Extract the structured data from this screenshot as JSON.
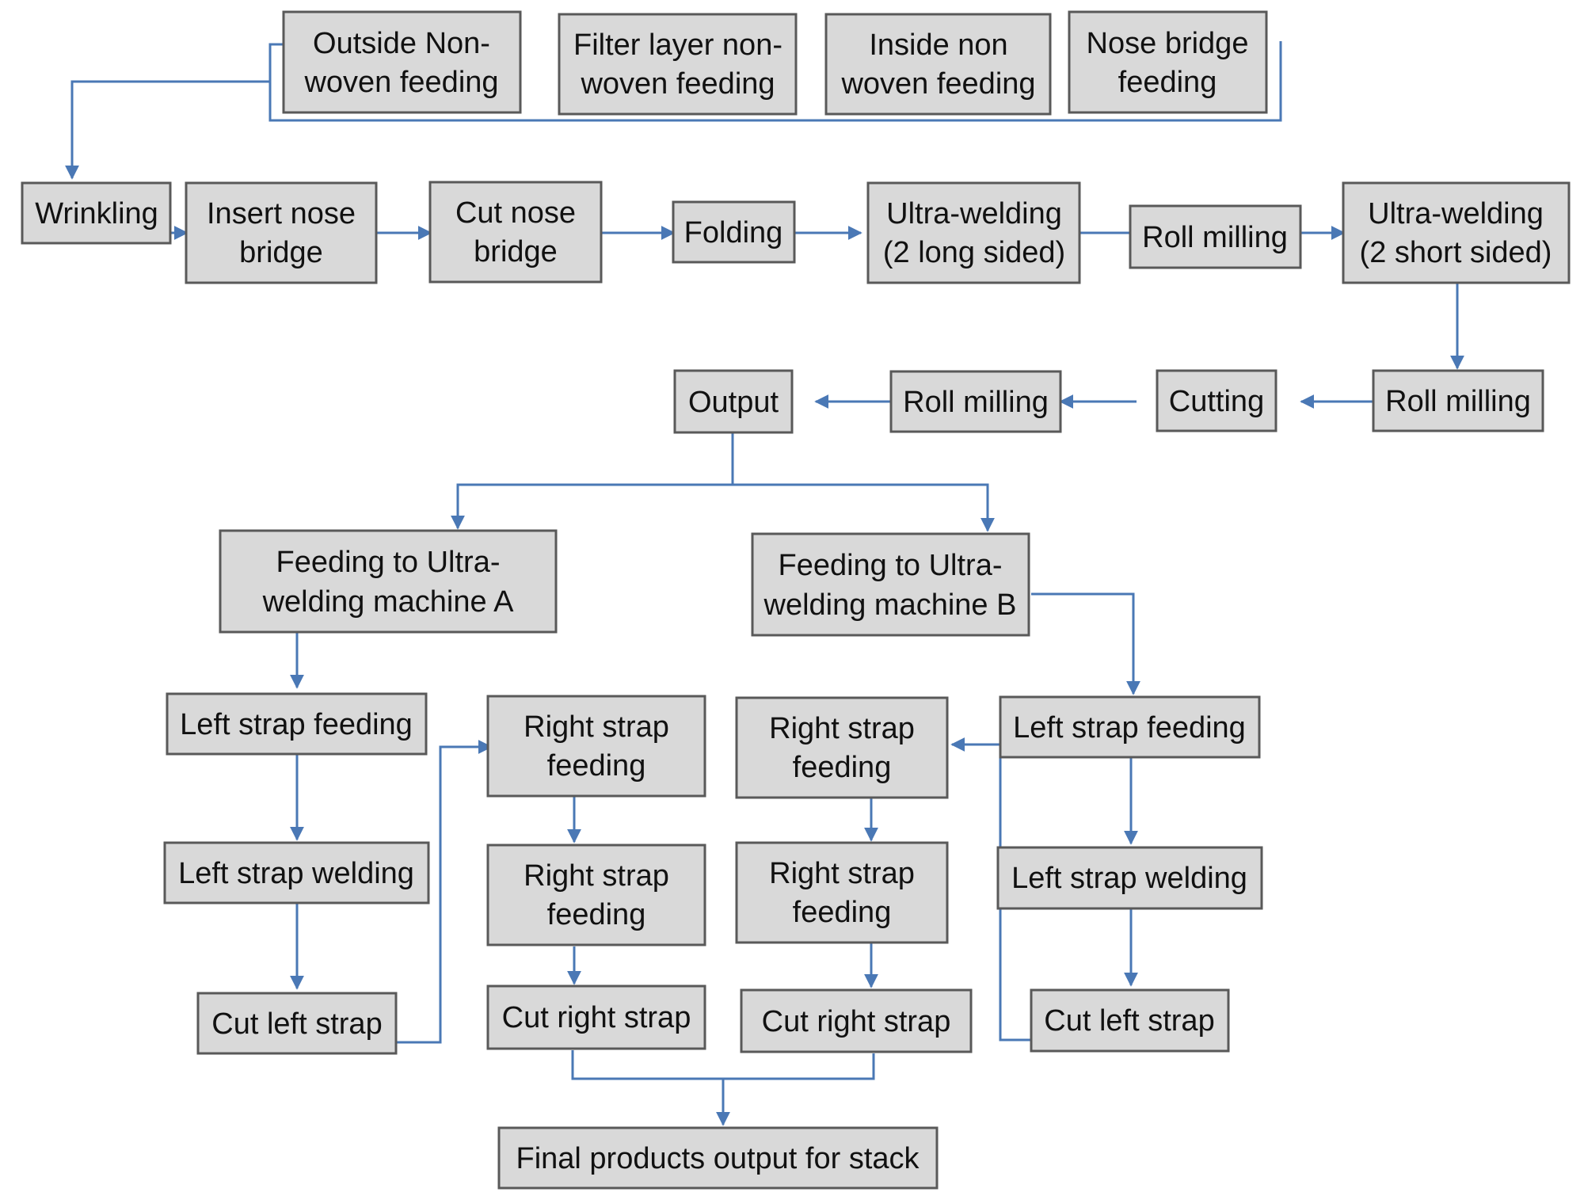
{
  "nodes": {
    "outside_nonwoven": [
      "Outside Non-",
      "woven feeding"
    ],
    "filter_layer": [
      "Filter layer non-",
      "woven feeding"
    ],
    "inside_nonwoven": [
      "Inside non",
      "woven feeding"
    ],
    "nose_bridge_feeding": [
      "Nose bridge",
      "feeding"
    ],
    "wrinkling": [
      "Wrinkling"
    ],
    "insert_nose_bridge": [
      "Insert nose",
      "bridge"
    ],
    "cut_nose_bridge": [
      "Cut nose",
      "bridge"
    ],
    "folding": [
      "Folding"
    ],
    "ultra_welding_long": [
      "Ultra-welding",
      "(2 long sided)"
    ],
    "roll_milling_1": [
      "Roll milling"
    ],
    "ultra_welding_short": [
      "Ultra-welding",
      "(2 short sided)"
    ],
    "roll_milling_2": [
      "Roll milling"
    ],
    "cutting": [
      "Cutting"
    ],
    "roll_milling_3": [
      "Roll milling"
    ],
    "output": [
      "Output"
    ],
    "feeding_machine_a": [
      "Feeding to Ultra-",
      "welding machine A"
    ],
    "feeding_machine_b": [
      "Feeding to Ultra-",
      "welding machine B"
    ],
    "a_left_strap_feeding": [
      "Left strap feeding"
    ],
    "a_left_strap_welding": [
      "Left strap welding"
    ],
    "a_cut_left_strap": [
      "Cut left strap"
    ],
    "a_right_strap_feeding": [
      "Right strap",
      "feeding"
    ],
    "a_right_strap_feeding_2": [
      "Right strap",
      "feeding"
    ],
    "a_cut_right_strap": [
      "Cut right strap"
    ],
    "b_right_strap_feeding": [
      "Right strap",
      "feeding"
    ],
    "b_right_strap_feeding_2": [
      "Right strap",
      "feeding"
    ],
    "b_cut_right_strap": [
      "Cut right strap"
    ],
    "b_left_strap_feeding": [
      "Left strap feeding"
    ],
    "b_left_strap_welding": [
      "Left strap welding"
    ],
    "b_cut_left_strap": [
      "Cut left strap"
    ],
    "final_output": [
      "Final products output for stack"
    ]
  },
  "colors": {
    "box_fill": "#d9d9d9",
    "box_border": "#595959",
    "connector": "#4a78b5",
    "text": "#111111"
  }
}
